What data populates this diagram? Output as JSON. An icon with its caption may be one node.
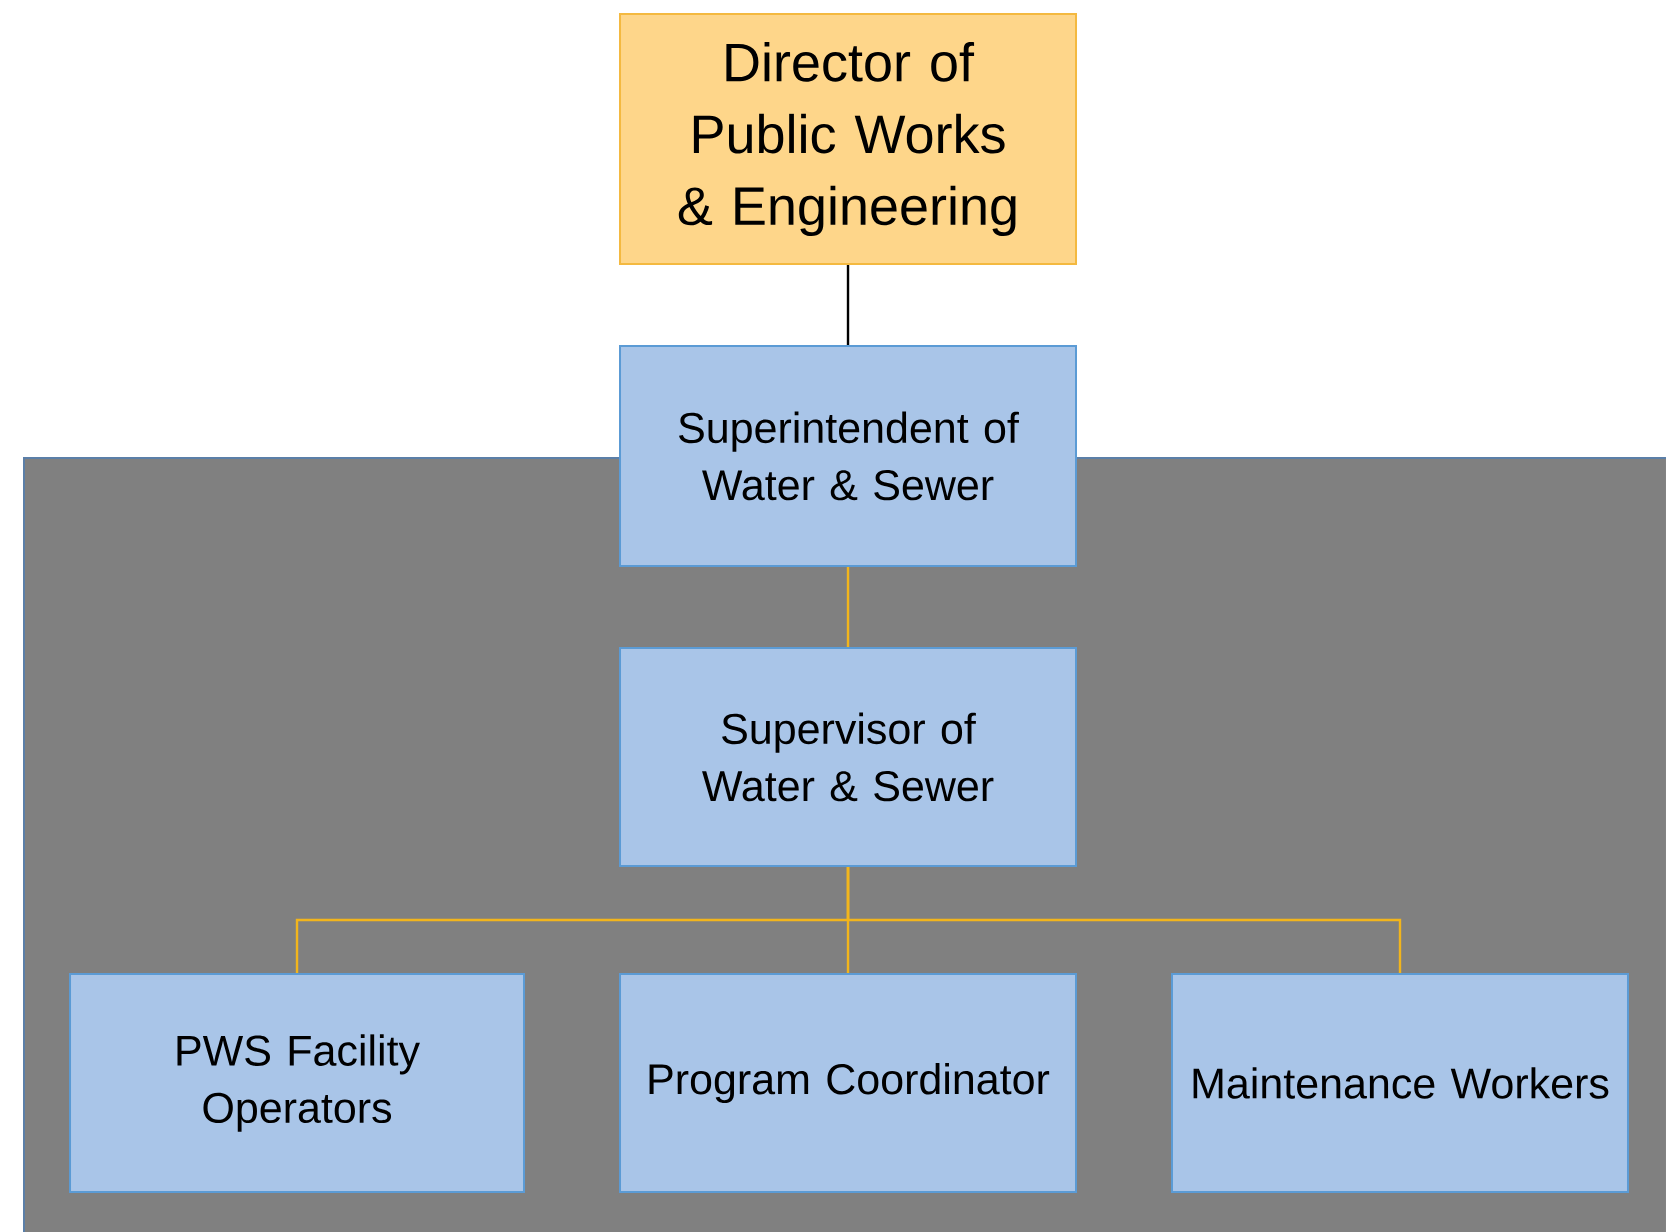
{
  "diagram": {
    "nodes": [
      {
        "text": [
          "Director of Public Works & Engineering"
        ]
      },
      {
        "text": [
          "Superintendent of Water & Sewer"
        ]
      },
      {
        "text": [
          "Supervisor of Water & Sewer"
        ]
      },
      {
        "text": [
          "PWS Facility Operators"
        ]
      },
      {
        "text": [
          "Program Coordinator"
        ]
      },
      {
        "text": [
          "Maintenance Workers"
        ]
      }
    ],
    "edges": [
      {
        "from": 0,
        "to": 1,
        "arrow": "none",
        "color": "#000000"
      },
      {
        "from": 1,
        "to": 2,
        "arrow": "none"
      },
      {
        "from": 2,
        "to": 3,
        "arrow": "none"
      },
      {
        "from": 2,
        "to": 4,
        "arrow": "none"
      },
      {
        "from": 2,
        "to": 5,
        "arrow": "none"
      }
    ]
  }
}
